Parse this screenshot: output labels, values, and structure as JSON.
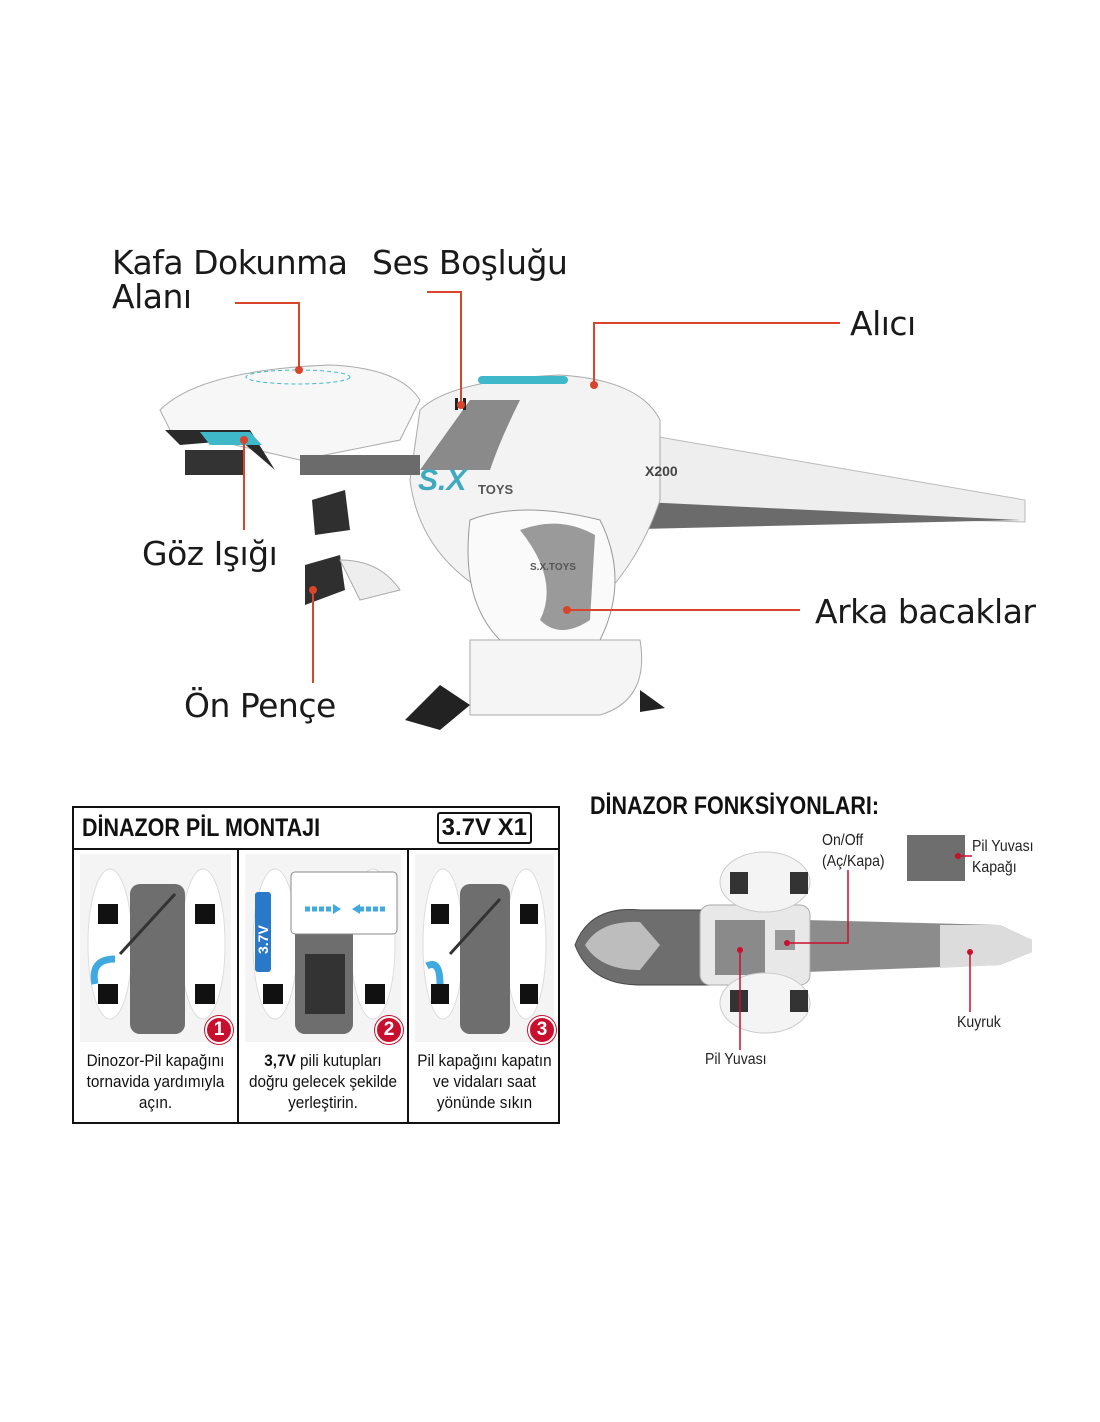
{
  "callouts": {
    "head_touch": [
      "Kafa Dokunma",
      "Alanı"
    ],
    "sound_hole": "Ses Boşluğu",
    "receiver": "Alıcı",
    "eye_light": "Göz Işığı",
    "front_claw": "Ön Pençe",
    "rear_legs": "Arka bacaklar"
  },
  "logo": {
    "brand": "S.X",
    "brand_sub": "TOYS",
    "side_badge": "S.X.TOYS",
    "model": "X200"
  },
  "battery": {
    "title": "DİNAZOR PİL MONTAJI",
    "spec": "3.7V X1",
    "battery_label": "3.7V",
    "steps": [
      {
        "num": "1",
        "text": "Dinozor-Pil kapağını tornavida yardımıyla açın."
      },
      {
        "num": "2",
        "text_bold": "3,7V",
        "text": " pili kutupları doğru gelecek şekilde yerleştirin."
      },
      {
        "num": "3",
        "text": "Pil kapağını kapatın ve vidaları saat yönünde sıkın"
      }
    ]
  },
  "functions": {
    "title": "DİNAZOR FONKSİYONLARI:",
    "on_off": [
      "On/Off",
      "(Aç/Kapa)"
    ],
    "battery_cover": [
      "Pil Yuvası",
      "Kapağı"
    ],
    "battery_slot": "Pil Yuvası",
    "tail": "Kuyruk"
  },
  "colors": {
    "leader": "#d9452b",
    "accent": "#3fb8c9",
    "step_badge": "#c8102e"
  }
}
